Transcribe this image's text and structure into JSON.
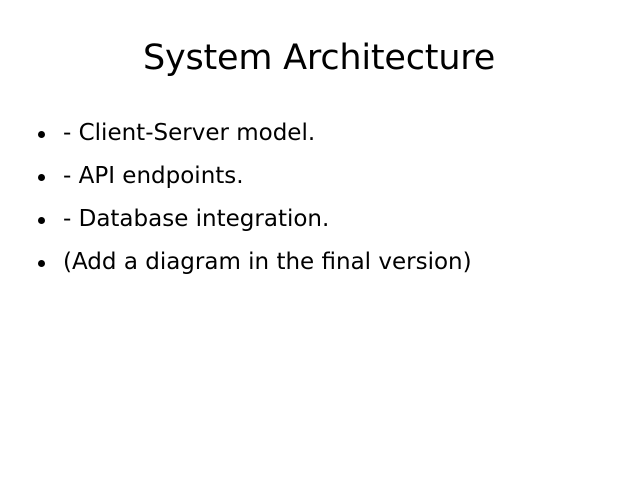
{
  "slide": {
    "title": "System Architecture",
    "background_color": "#ffffff",
    "text_color": "#000000",
    "bullet_glyph": "bullet-dot",
    "bullets": [
      {
        "text": "- Client-Server model."
      },
      {
        "text": "- API endpoints."
      },
      {
        "text": "- Database integration."
      },
      {
        "text": "(Add a diagram in the final version)"
      }
    ]
  }
}
